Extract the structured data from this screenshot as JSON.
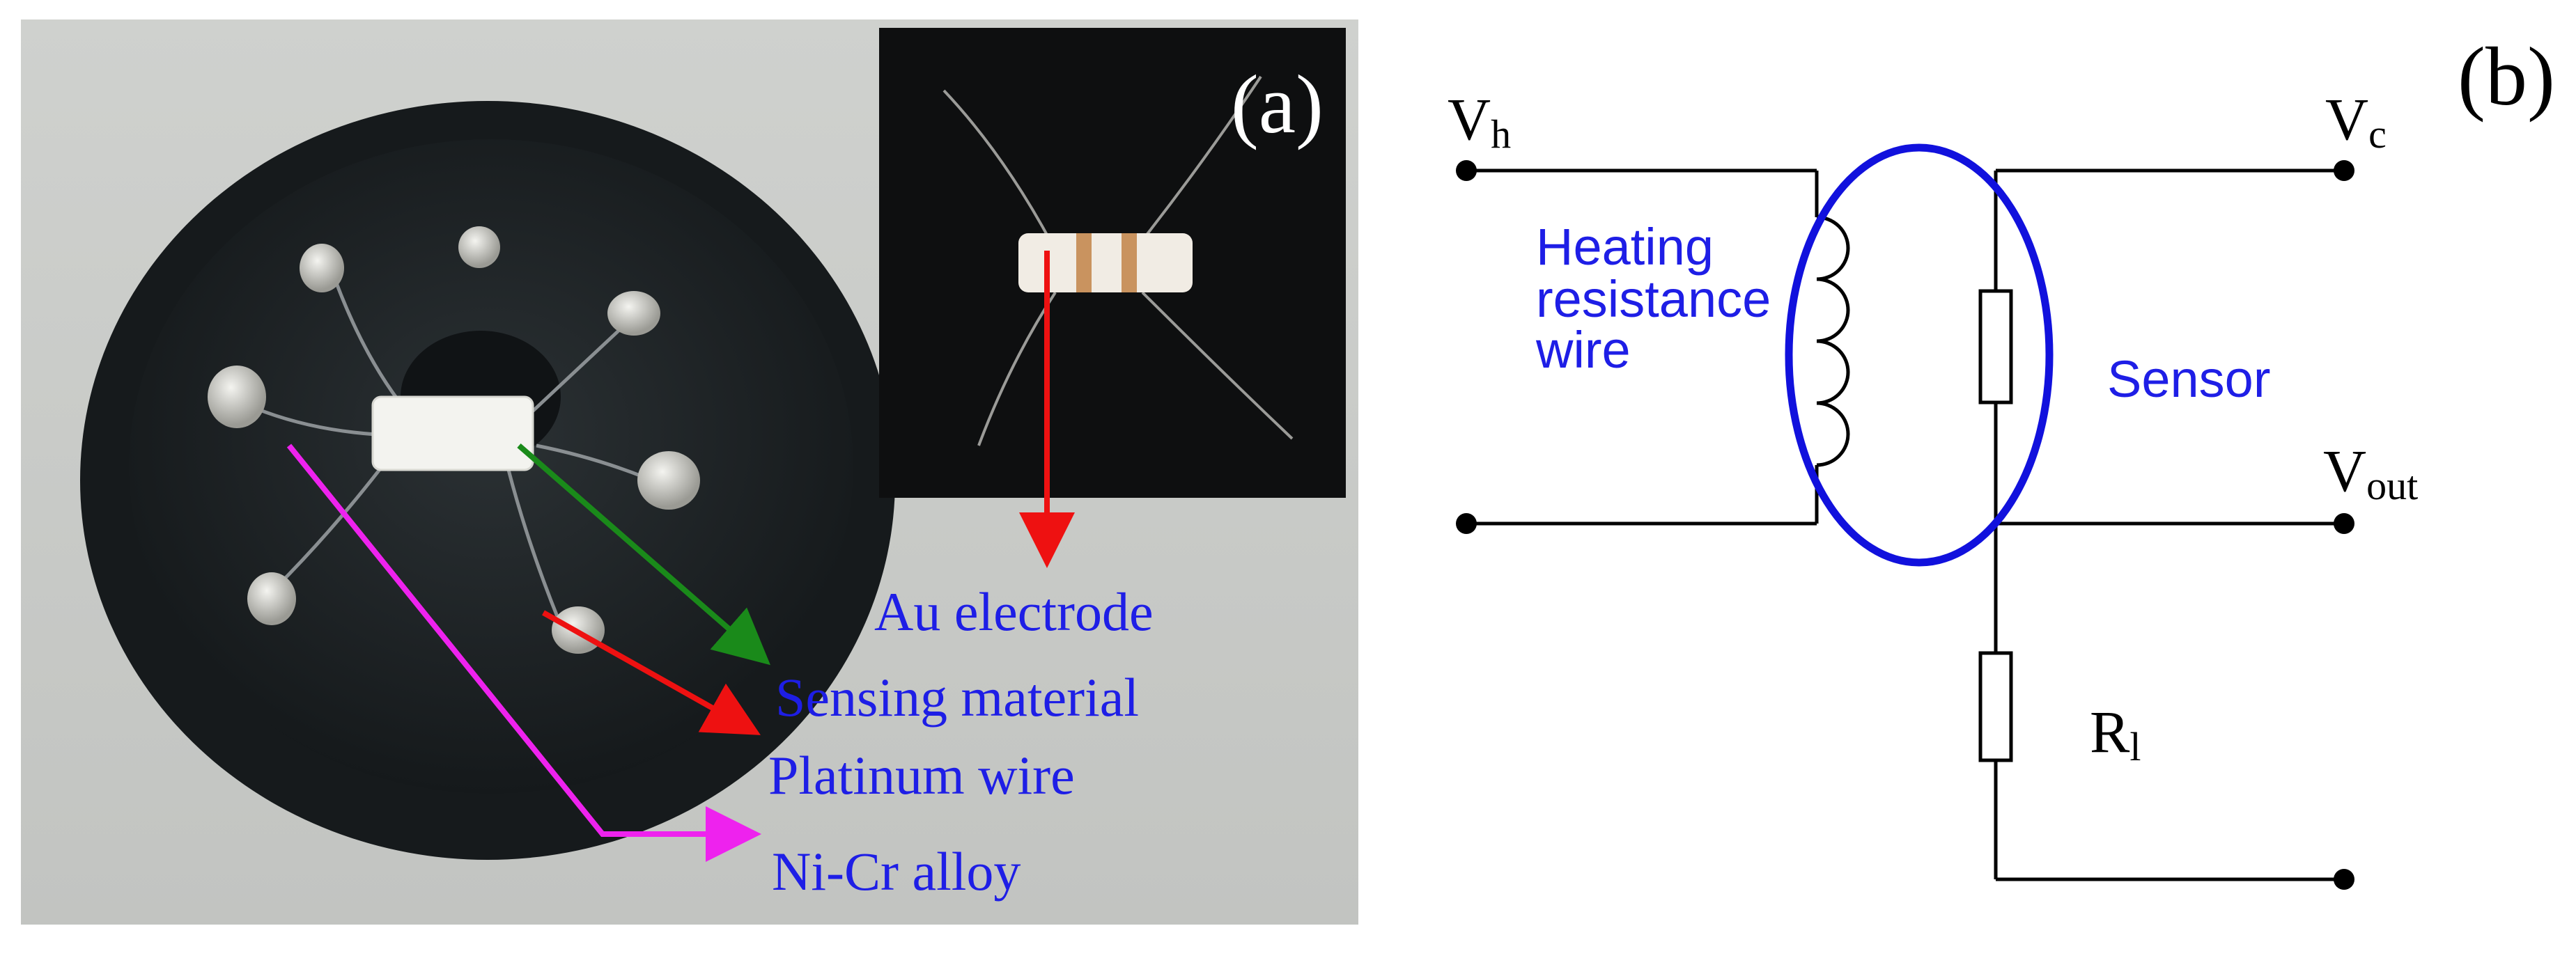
{
  "panel_a": {
    "tag": "(a)",
    "callouts": {
      "au_electrode": "Au electrode",
      "sensing_material": "Sensing material",
      "platinum_wire": "Platinum wire",
      "ni_cr_alloy": "Ni-Cr alloy"
    },
    "colors": {
      "background": "#c9cbc8",
      "socket_outer": "#1a1f22",
      "socket_inner": "#24292c",
      "tube": "#f2f2ee",
      "arrow_green": "#1a8a1a",
      "arrow_red": "#ee1111",
      "arrow_magenta": "#ee22ee",
      "text_blue": "#1e1ee6"
    }
  },
  "panel_b": {
    "tag": "(b)",
    "terminals": {
      "vh_main": "V",
      "vh_sub": "h",
      "vc_main": "V",
      "vc_sub": "c",
      "vout_main": "V",
      "vout_sub": "out",
      "rl_main": "R",
      "rl_sub": "l"
    },
    "labels": {
      "heating_line1": "Heating",
      "heating_line2": "resistance",
      "heating_line3": "wire",
      "sensor": "Sensor"
    },
    "colors": {
      "wire": "#000000",
      "ellipse": "#1111dd",
      "text_blue": "#1e1ee6"
    }
  }
}
